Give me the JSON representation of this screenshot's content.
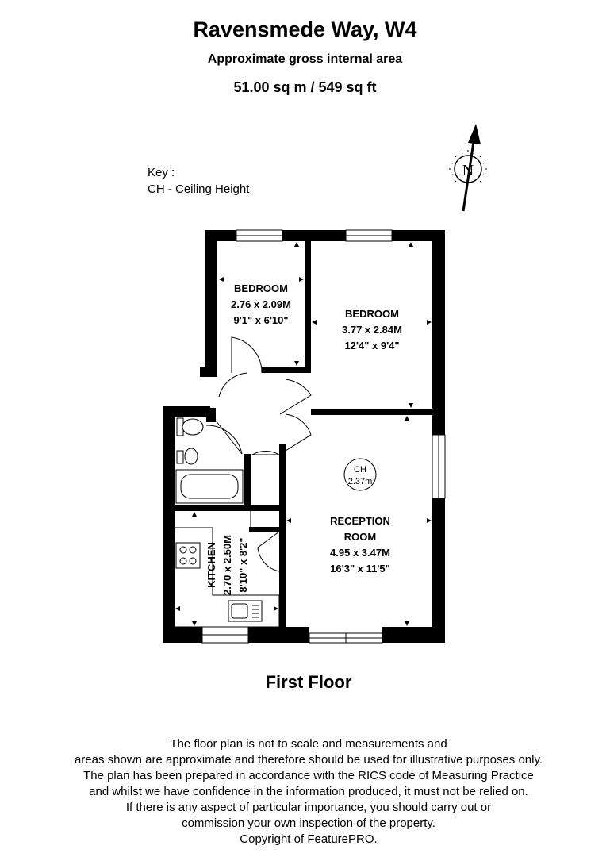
{
  "header": {
    "title": "Ravensmede Way, W4",
    "subtitle": "Approximate gross internal area",
    "area": "51.00 sq m /  549 sq ft"
  },
  "key": {
    "heading": "Key :",
    "entries": [
      "CH - Ceiling Height"
    ]
  },
  "compass": {
    "label": "N"
  },
  "rooms": {
    "bedroom_small": {
      "name": "BEDROOM",
      "metric": "2.76 x 2.09M",
      "imperial": "9'1\" x 6'10\""
    },
    "bedroom_large": {
      "name": "BEDROOM",
      "metric": "3.77 x 2.84M",
      "imperial": "12'4\" x 9'4\""
    },
    "reception": {
      "name_line1": "RECEPTION",
      "name_line2": "ROOM",
      "metric": "4.95 x 3.47M",
      "imperial": "16'3\" x 11'5\""
    },
    "kitchen": {
      "name": "KITCHEN",
      "metric": "2.70 x 2.50M",
      "imperial": "8'10\" x 8'2\""
    }
  },
  "ceiling_height": {
    "label": "CH",
    "value": "2.37m"
  },
  "floor_label": "First Floor",
  "disclaimer": [
    "The floor plan is not to scale and measurements and",
    "areas shown are approximate and therefore should be used for illustrative purposes only.",
    "The plan has been prepared in accordance with the RICS code of Measuring Practice",
    "and whilst we have confidence in the information produced, it must not be relied on.",
    "If there is any aspect of particular importance, you should carry out or",
    "commission your own inspection of the property.",
    "Copyright of FeaturePRO."
  ]
}
